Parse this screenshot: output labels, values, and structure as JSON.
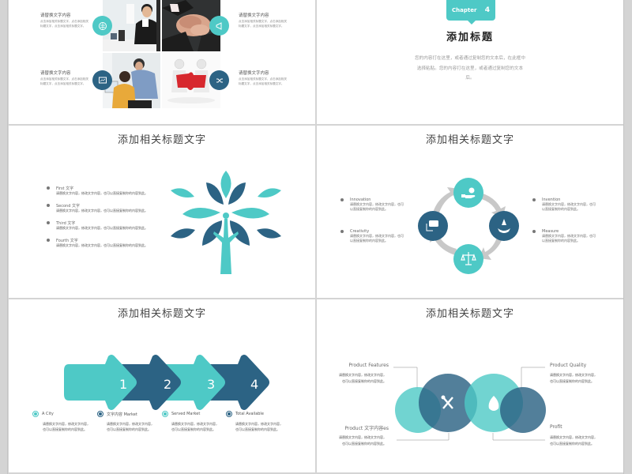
{
  "colors": {
    "teal": "#4ec9c6",
    "navy": "#2c6384",
    "gray_arrow": "#c8c8c8",
    "background": "#d4d4d4"
  },
  "slide1": {
    "items": [
      {
        "title": "请替换文字内容",
        "desc": "点击添加相关标题文字，点击添加相关标题文字，点击添加相关标题文字。",
        "icon": "brain-icon"
      },
      {
        "title": "请替换文字内容",
        "desc": "点击添加相关标题文字，点击添加相关标题文字，点击添加相关标题文字。",
        "icon": "megaphone-icon"
      },
      {
        "title": "请替换文字内容",
        "desc": "点击添加相关标题文字，点击添加相关标题文字，点击添加相关标题文字。",
        "icon": "presentation-board-icon"
      },
      {
        "title": "请替换文字内容",
        "desc": "点击添加相关标题文字，点击添加相关标题文字，点击添加相关标题文字。",
        "icon": "shuffle-icon"
      }
    ],
    "photos": [
      "office-worker-photo",
      "team-hands-photo",
      "colleagues-laptop-photo",
      "puzzle-figures-photo"
    ]
  },
  "slide2": {
    "chapter_label": "Chapter",
    "chapter_number": "4",
    "title": "添加标题",
    "paragraph": "您的内容打在这里，或者通过复制您的文本后，在此框中选择粘贴。您的内容打在这里，或者通过复制您的文本后。"
  },
  "slide3": {
    "title": "添加相关标题文字",
    "bullets": [
      {
        "title": "First 文字",
        "desc": "请替换文字内容，修改文字内容，也可以直接复制你的内容到此。"
      },
      {
        "title": "Second 文字",
        "desc": "请替换文字内容，修改文字内容，也可以直接复制你的内容到此。"
      },
      {
        "title": "Third 文字",
        "desc": "请替换文字内容，修改文字内容，也可以直接复制你的内容到此。"
      },
      {
        "title": "Fourth 文字",
        "desc": "请替换文字内容，修改文字内容，也可以直接复制你的内容到此。"
      }
    ]
  },
  "slide4": {
    "title": "添加相关标题文字",
    "left": [
      {
        "title": "Innovation",
        "desc": "请替换文字内容，修改文字内容，也可以直接复制你的内容到此。"
      },
      {
        "title": "Creativity",
        "desc": "请替换文字内容，修改文字内容，也可以直接复制你的内容到此。"
      }
    ],
    "right": [
      {
        "title": "Invention",
        "desc": "请替换文字内容，修改文字内容，也可以直接复制你的内容到此。"
      },
      {
        "title": "Measure",
        "desc": "请替换文字内容，修改文字内容，也可以直接复制你的内容到此。"
      }
    ],
    "cycle_icons": [
      "hand-coin-icon",
      "traffic-cone-icon",
      "balance-scale-icon",
      "chat-bubbles-icon"
    ]
  },
  "slide5": {
    "title": "添加相关标题文字",
    "steps": [
      {
        "number": "1",
        "label": "A City",
        "desc": "请替换文字内容，修改文字内容，也可以直接复制你的内容到此。"
      },
      {
        "number": "2",
        "label": "文字内容 Market",
        "desc": "请替换文字内容，修改文字内容，也可以直接复制你的内容到此。"
      },
      {
        "number": "3",
        "label": "Served Market",
        "desc": "请替换文字内容，修改文字内容，也可以直接复制你的内容到此。"
      },
      {
        "number": "4",
        "label": "Total Available",
        "desc": "请替换文字内容，修改文字内容，也可以直接复制你的内容到此。"
      }
    ]
  },
  "slide6": {
    "title": "添加相关标题文字",
    "labels": [
      {
        "title": "Product Features",
        "desc": "请替换文字内容，修改文字内容，也可以直接复制你的内容到此。"
      },
      {
        "title": "Product 文字内容es",
        "desc": "请替换文字内容，修改文字内容，也可以直接复制你的内容到此。"
      },
      {
        "title": "Product Quality",
        "desc": "请替换文字内容，修改文字内容，也可以直接复制你的内容到此。"
      },
      {
        "title": "Profit",
        "desc": "请替换文字内容，修改文字内容，也可以直接复制你的内容到此。"
      }
    ],
    "icons": [
      "tools-icon",
      "flame-icon"
    ]
  }
}
